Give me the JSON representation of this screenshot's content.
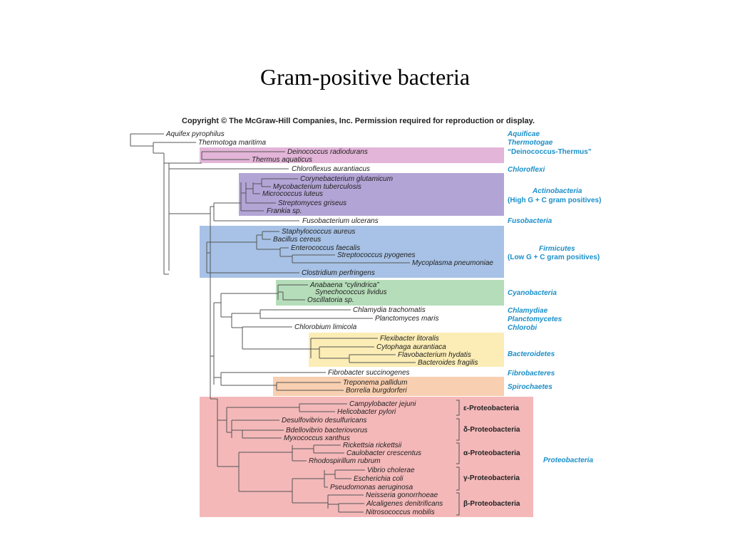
{
  "title": "Gram-positive bacteria",
  "copyright": "Copyright © The McGraw-Hill Companies, Inc. Permission required for reproduction or display.",
  "taxa": [
    "Aquifex pyrophilus",
    "Thermotoga maritima",
    "Deinococcus radiodurans",
    "Thermus aquaticus",
    "Chloroflexus aurantiacus",
    "Corynebacterium glutamicum",
    "Mycobacterium tuberculosis",
    "Micrococcus luteus",
    "Streptomyces griseus",
    "Frankia sp.",
    "Fusobacterium ulcerans",
    "Staphylococcus aureus",
    "Bacillus cereus",
    "Enterococcus faecalis",
    "Streptococcus pyogenes",
    "Mycoplasma pneumoniae",
    "Clostridium perfringens",
    "Anabaena “cylindrica”",
    "Synechococcus lividus",
    "Oscillatoria sp.",
    "Chlamydia trachomatis",
    "Planctomyces maris",
    "Chlorobium limicola",
    "Flexibacter litoralis",
    "Cytophaga aurantiaca",
    "Flavobacterium hydatis",
    "Bacteroides fragilis",
    "Fibrobacter succinogenes",
    "Treponema pallidum",
    "Borrelia burgdorferi",
    "Campylobacter jejuni",
    "Helicobacter pylori",
    "Desulfovibrio desulfuricans",
    "Bdellovibrio bacteriovorus",
    "Myxococcus xanthus",
    "Rickettsia rickettsii",
    "Caulobacter crescentus",
    "Rhodospirillum rubrum",
    "Vibrio cholerae",
    "Escherichia coli",
    "Pseudomonas aeruginosa",
    "Neisseria gonorrhoeae",
    "Alcaligenes denitrificans",
    "Nitrosococcus mobilis"
  ],
  "groups": {
    "aquificae": "Aquificae",
    "thermotogae": "Thermotogae",
    "deinococcus": "“Deinococcus-Thermus”",
    "chloroflexi": "Chloroflexi",
    "actino_1": "Actinobacteria",
    "actino_2": "(High G + C gram positives)",
    "fusobacteria": "Fusobacteria",
    "firmicutes_1": "Firmicutes",
    "firmicutes_2": "(Low G + C gram positives)",
    "cyanobacteria": "Cyanobacteria",
    "chlamydiae": "Chlamydiae",
    "planctomycetes": "Planctomycetes",
    "chlorobi": "Chlorobi",
    "bacteroidetes": "Bacteroidetes",
    "fibrobacteres": "Fibrobacteres",
    "spirochaetes": "Spirochaetes",
    "proteobacteria": "Proteobacteria"
  },
  "proteo_subgroups": [
    "ε-Proteobacteria",
    "δ-Proteobacteria",
    "α-Proteobacteria",
    "γ-Proteobacteria",
    "β-Proteobacteria"
  ],
  "colors": {
    "pink": "#e3b5d8",
    "purple": "#b3a4d6",
    "blue": "#a7c2e6",
    "green": "#b5ddb9",
    "yellow": "#fbedb5",
    "orange": "#f8cfb0",
    "red": "#f4b8b9",
    "label_blue": "#1a8fc9"
  }
}
